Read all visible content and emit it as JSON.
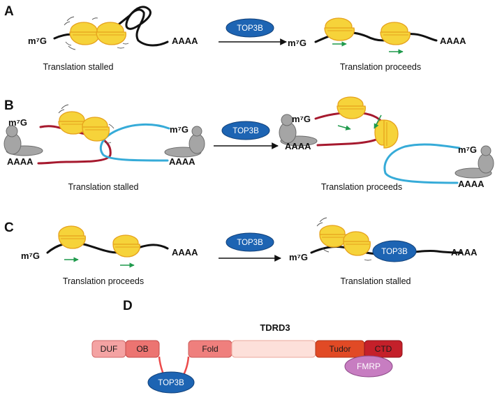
{
  "panels": {
    "a": {
      "letter": "A",
      "cap_left": "Translation stalled",
      "cap_right": "Translation proceeds",
      "cap5_left": "m⁷G",
      "cap3_left": "AAAA",
      "cap5_right": "m⁷G",
      "cap3_right": "AAAA",
      "enzyme": "TOP3B"
    },
    "b": {
      "letter": "B",
      "cap_left": "Translation stalled",
      "cap_right": "Translation proceeds",
      "l_m7g_left": "m⁷G",
      "l_aaaa_left": "AAAA",
      "l_m7g_right": "m⁷G",
      "l_aaaa_right": "AAAA",
      "r_m7g_red": "m⁷G",
      "r_aaaa_red": "AAAA",
      "r_m7g_blue": "m⁷G",
      "r_aaaa_blue": "AAAA",
      "enzyme": "TOP3B"
    },
    "c": {
      "letter": "C",
      "cap_left": "Translation proceeds",
      "cap_right": "Translation stalled",
      "cap5_left": "m⁷G",
      "cap3_left": "AAAA",
      "cap5_right": "m⁷G",
      "cap3_right": "AAAA",
      "enzyme": "TOP3B",
      "bound_enzyme": "TOP3B"
    },
    "d": {
      "letter": "D",
      "protein": "TDRD3",
      "domains": [
        "DUF",
        "OB",
        "Fold",
        "",
        "Tudor",
        "CTD"
      ],
      "partner_top": "TOP3B",
      "partner_fmrp": "FMRP"
    }
  },
  "colors": {
    "ribosome": "#f6d33a",
    "ribosome_outline": "#e6a21c",
    "top3b": "#1d64b3",
    "mrna": "#111111",
    "mrna_red": "#a6192e",
    "mrna_blue": "#36abd8",
    "arrow_green": "#1f9a4c",
    "eif": "#a5a5a5",
    "fmrp": "#c77dc1",
    "dom_duf": "#f4a3a3",
    "dom_ob": "#ec7471",
    "dom_fold": "#ef7f7d",
    "dom_blank": "#fde0da",
    "dom_tudor": "#e14a25",
    "dom_ctd": "#c4202a"
  }
}
